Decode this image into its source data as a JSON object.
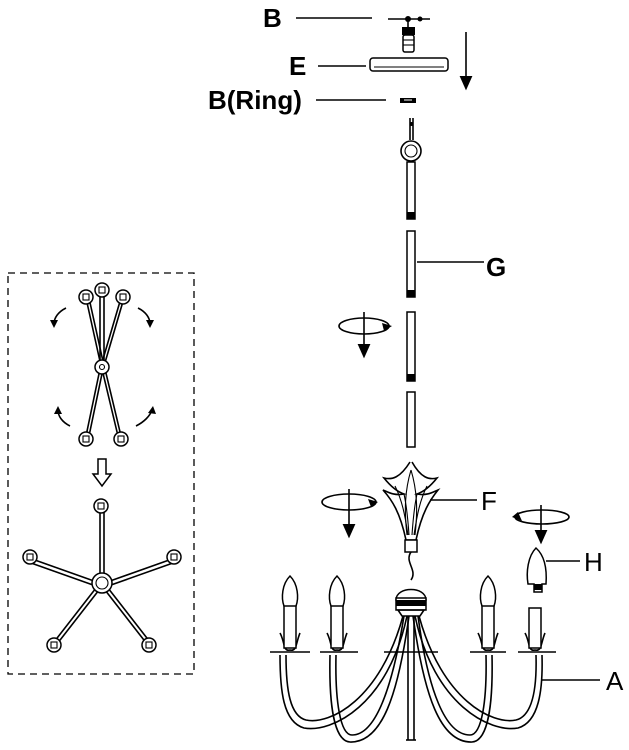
{
  "labels": {
    "B": "B",
    "E": "E",
    "B_ring": "B(Ring)",
    "G": "G",
    "F": "F",
    "H": "H",
    "A": "A"
  }
}
